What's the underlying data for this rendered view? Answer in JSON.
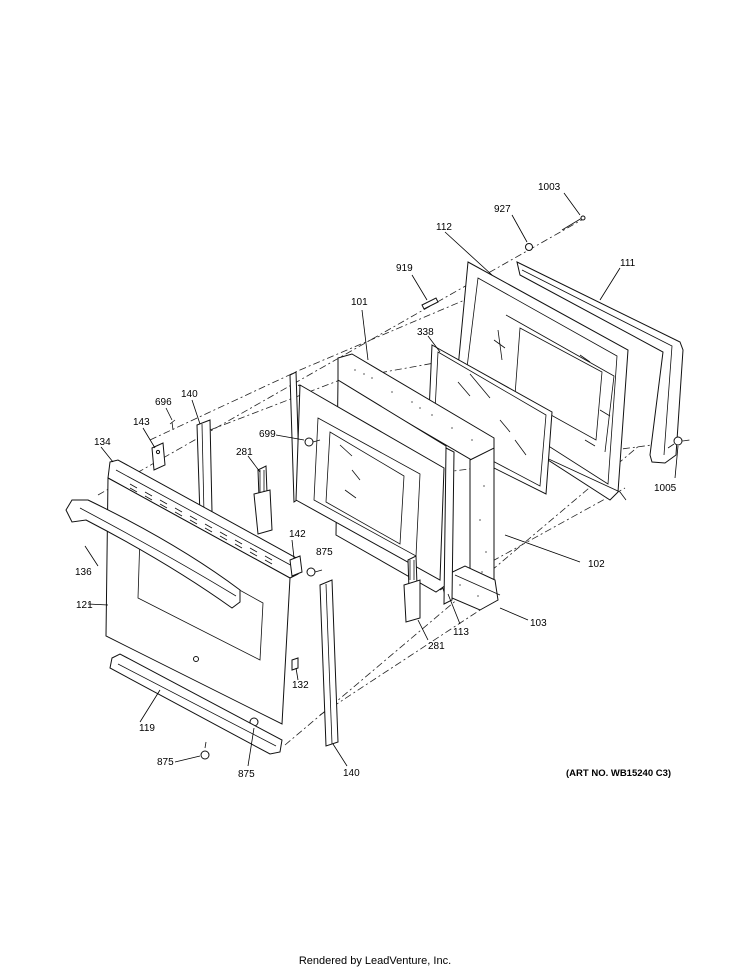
{
  "diagram": {
    "part_labels": [
      {
        "id": "lbl-1003",
        "text": "1003"
      },
      {
        "id": "lbl-927",
        "text": "927"
      },
      {
        "id": "lbl-112",
        "text": "112"
      },
      {
        "id": "lbl-111",
        "text": "111"
      },
      {
        "id": "lbl-919",
        "text": "919"
      },
      {
        "id": "lbl-101",
        "text": "101"
      },
      {
        "id": "lbl-338",
        "text": "338"
      },
      {
        "id": "lbl-140-top",
        "text": "140"
      },
      {
        "id": "lbl-696",
        "text": "696"
      },
      {
        "id": "lbl-143",
        "text": "143"
      },
      {
        "id": "lbl-699",
        "text": "699"
      },
      {
        "id": "lbl-134",
        "text": "134"
      },
      {
        "id": "lbl-281-left",
        "text": "281"
      },
      {
        "id": "lbl-1005",
        "text": "1005"
      },
      {
        "id": "lbl-142",
        "text": "142"
      },
      {
        "id": "lbl-875-mid",
        "text": "875"
      },
      {
        "id": "lbl-136",
        "text": "136"
      },
      {
        "id": "lbl-102",
        "text": "102"
      },
      {
        "id": "lbl-121",
        "text": "121"
      },
      {
        "id": "lbl-113",
        "text": "113"
      },
      {
        "id": "lbl-103",
        "text": "103"
      },
      {
        "id": "lbl-281-right",
        "text": "281"
      },
      {
        "id": "lbl-132",
        "text": "132"
      },
      {
        "id": "lbl-119",
        "text": "119"
      },
      {
        "id": "lbl-875-left",
        "text": "875"
      },
      {
        "id": "lbl-875-bottom",
        "text": "875"
      },
      {
        "id": "lbl-140-bottom",
        "text": "140"
      }
    ],
    "art_number": "(ART NO. WB15240 C3)",
    "footer": "Rendered by LeadVenture, Inc."
  }
}
